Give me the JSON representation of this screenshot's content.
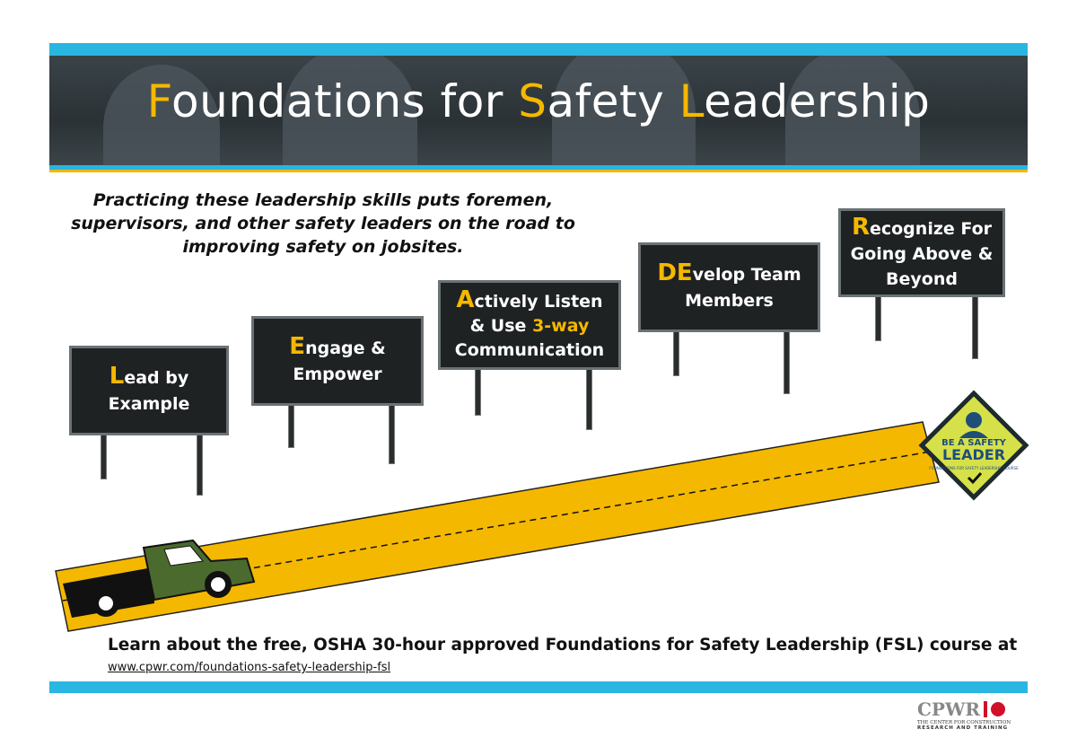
{
  "header": {
    "title_parts": [
      {
        "first": "F",
        "rest": "oundations for "
      },
      {
        "first": "S",
        "rest": "afety "
      },
      {
        "first": "L",
        "rest": "eadership"
      }
    ]
  },
  "intro": "Practicing these leadership skills puts foremen, supervisors, and other safety leaders on the road to improving safety on jobsites.",
  "signs": [
    {
      "first": "L",
      "rest": "ead by",
      "line2": "Example"
    },
    {
      "first": "E",
      "rest": "ngage &",
      "line2": "Empower"
    },
    {
      "first": "A",
      "rest": "ctively Listen",
      "line2a": "& Use ",
      "highlight": "3-way",
      "line3": "Communication"
    },
    {
      "first": "DE",
      "rest": "velop  Team",
      "line2": "Members"
    },
    {
      "first": "R",
      "rest": "ecognize For",
      "line2": "Going Above &",
      "line3": "Beyond"
    }
  ],
  "badge": {
    "line1": "BE A SAFETY",
    "line2": "LEADER",
    "line3": "FOUNDATIONS FOR SAFETY LEADERSHIP COURSE"
  },
  "footer": {
    "learn": "Learn about the free, OSHA 30-hour approved Foundations for Safety Leadership (FSL) course at",
    "link": "www.cpwr.com/foundations-safety-leadership-fsl"
  },
  "logo": {
    "name": "CPWR",
    "line1": "THE CENTER FOR CONSTRUCTION",
    "line2": "RESEARCH AND TRAINING"
  },
  "colors": {
    "accent_yellow": "#f5b800",
    "blue": "#29b6e0",
    "sign": "#1f2223"
  }
}
